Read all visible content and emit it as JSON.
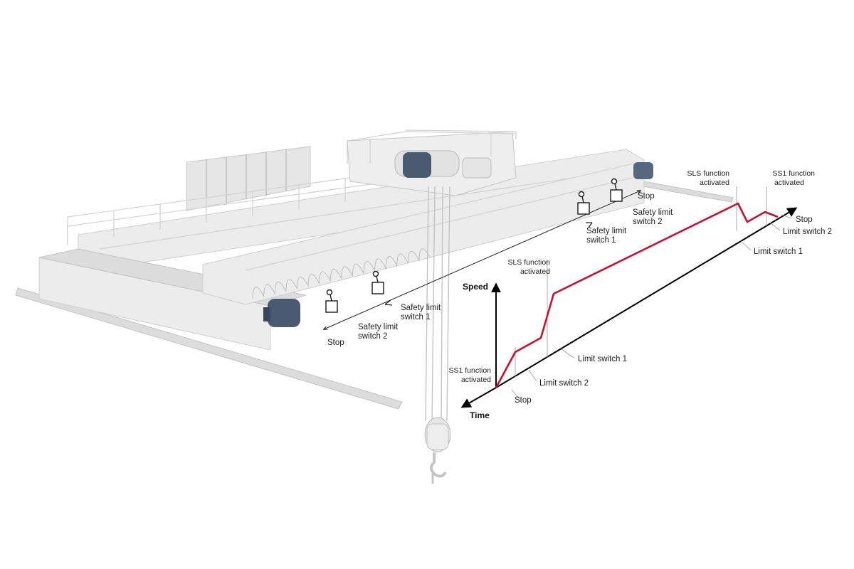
{
  "labels": {
    "speed_axis": "Speed",
    "time_axis": "Time",
    "ss1_left_line1": "SS1 function",
    "ss1_left_line2": "activated",
    "sls_mid_line1": "SLS function",
    "sls_mid_line2": "activated",
    "sls_top_line1": "SLS function",
    "sls_top_line2": "activated",
    "ss1_top_line1": "SS1 function",
    "ss1_top_line2": "activated",
    "chart_stop": "Stop",
    "chart_limit_switch_2": "Limit switch 2",
    "chart_limit_switch_1": "Limit switch 1",
    "right_stop": "Stop",
    "right_limit_switch_2": "Limit switch 2",
    "right_limit_switch_1": "Limit switch 1",
    "far_stop": "Stop",
    "far_safety_2_line1": "Safety limit",
    "far_safety_2_line2": "switch 2",
    "far_safety_1_line1": "Safety limit",
    "far_safety_1_line2": "switch 1",
    "near_safety_1_line1": "Safety limit",
    "near_safety_1_line2": "switch 1",
    "near_safety_2_line1": "Safety limit",
    "near_safety_2_line2": "switch 2",
    "near_stop": "Stop"
  },
  "colors": {
    "speed_curve": "#c8102e",
    "axis": "#000000",
    "crane_body": "#ececec",
    "motor": "#4a5a70"
  },
  "icons": {
    "limit_switch": "limit-switch-icon",
    "motor": "motor-icon",
    "hook": "hook-icon"
  }
}
